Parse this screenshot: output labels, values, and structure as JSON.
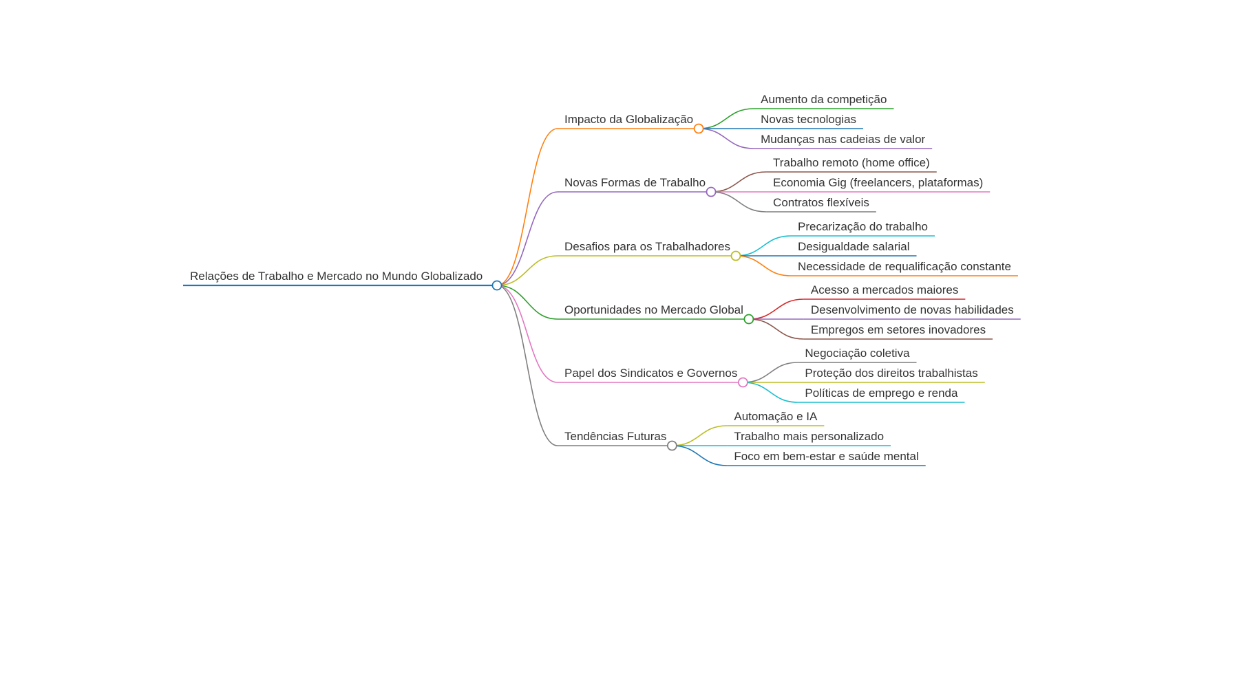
{
  "mindmap": {
    "root": {
      "label": "Relações de Trabalho e Mercado no Mundo Globalizado",
      "color": "#1f77b4"
    },
    "branches": [
      {
        "label": "Impacto da Globalização",
        "color": "#ff7f0e",
        "children": [
          {
            "label": "Aumento da competição",
            "color": "#2ca02c"
          },
          {
            "label": "Novas tecnologias",
            "color": "#1f77b4"
          },
          {
            "label": "Mudanças nas cadeias de valor",
            "color": "#9467bd"
          }
        ]
      },
      {
        "label": "Novas Formas de Trabalho",
        "color": "#9467bd",
        "children": [
          {
            "label": "Trabalho remoto (home office)",
            "color": "#8c564b"
          },
          {
            "label": "Economia Gig (freelancers, plataformas)",
            "color": "#e377c2"
          },
          {
            "label": "Contratos flexíveis",
            "color": "#7f7f7f"
          }
        ]
      },
      {
        "label": "Desafios para os Trabalhadores",
        "color": "#bcbd22",
        "children": [
          {
            "label": "Precarização do trabalho",
            "color": "#17becf"
          },
          {
            "label": "Desigualdade salarial",
            "color": "#1f77b4"
          },
          {
            "label": "Necessidade de requalificação constante",
            "color": "#ff7f0e"
          }
        ]
      },
      {
        "label": "Oportunidades no Mercado Global",
        "color": "#2ca02c",
        "children": [
          {
            "label": "Acesso a mercados maiores",
            "color": "#d62728"
          },
          {
            "label": "Desenvolvimento de novas habilidades",
            "color": "#9467bd"
          },
          {
            "label": "Empregos em setores inovadores",
            "color": "#8c564b"
          }
        ]
      },
      {
        "label": "Papel dos Sindicatos e Governos",
        "color": "#e377c2",
        "children": [
          {
            "label": "Negociação coletiva",
            "color": "#7f7f7f"
          },
          {
            "label": "Proteção dos direitos trabalhistas",
            "color": "#bcbd22"
          },
          {
            "label": "Políticas de emprego e renda",
            "color": "#17becf"
          }
        ]
      },
      {
        "label": "Tendências Futuras",
        "color": "#7f7f7f",
        "children": [
          {
            "label": "Automação e IA",
            "color": "#bcbd22"
          },
          {
            "label": "Trabalho mais personalizado",
            "color": "#17becf"
          },
          {
            "label": "Foco em bem-estar e saúde mental",
            "color": "#1f77b4"
          }
        ]
      }
    ]
  }
}
